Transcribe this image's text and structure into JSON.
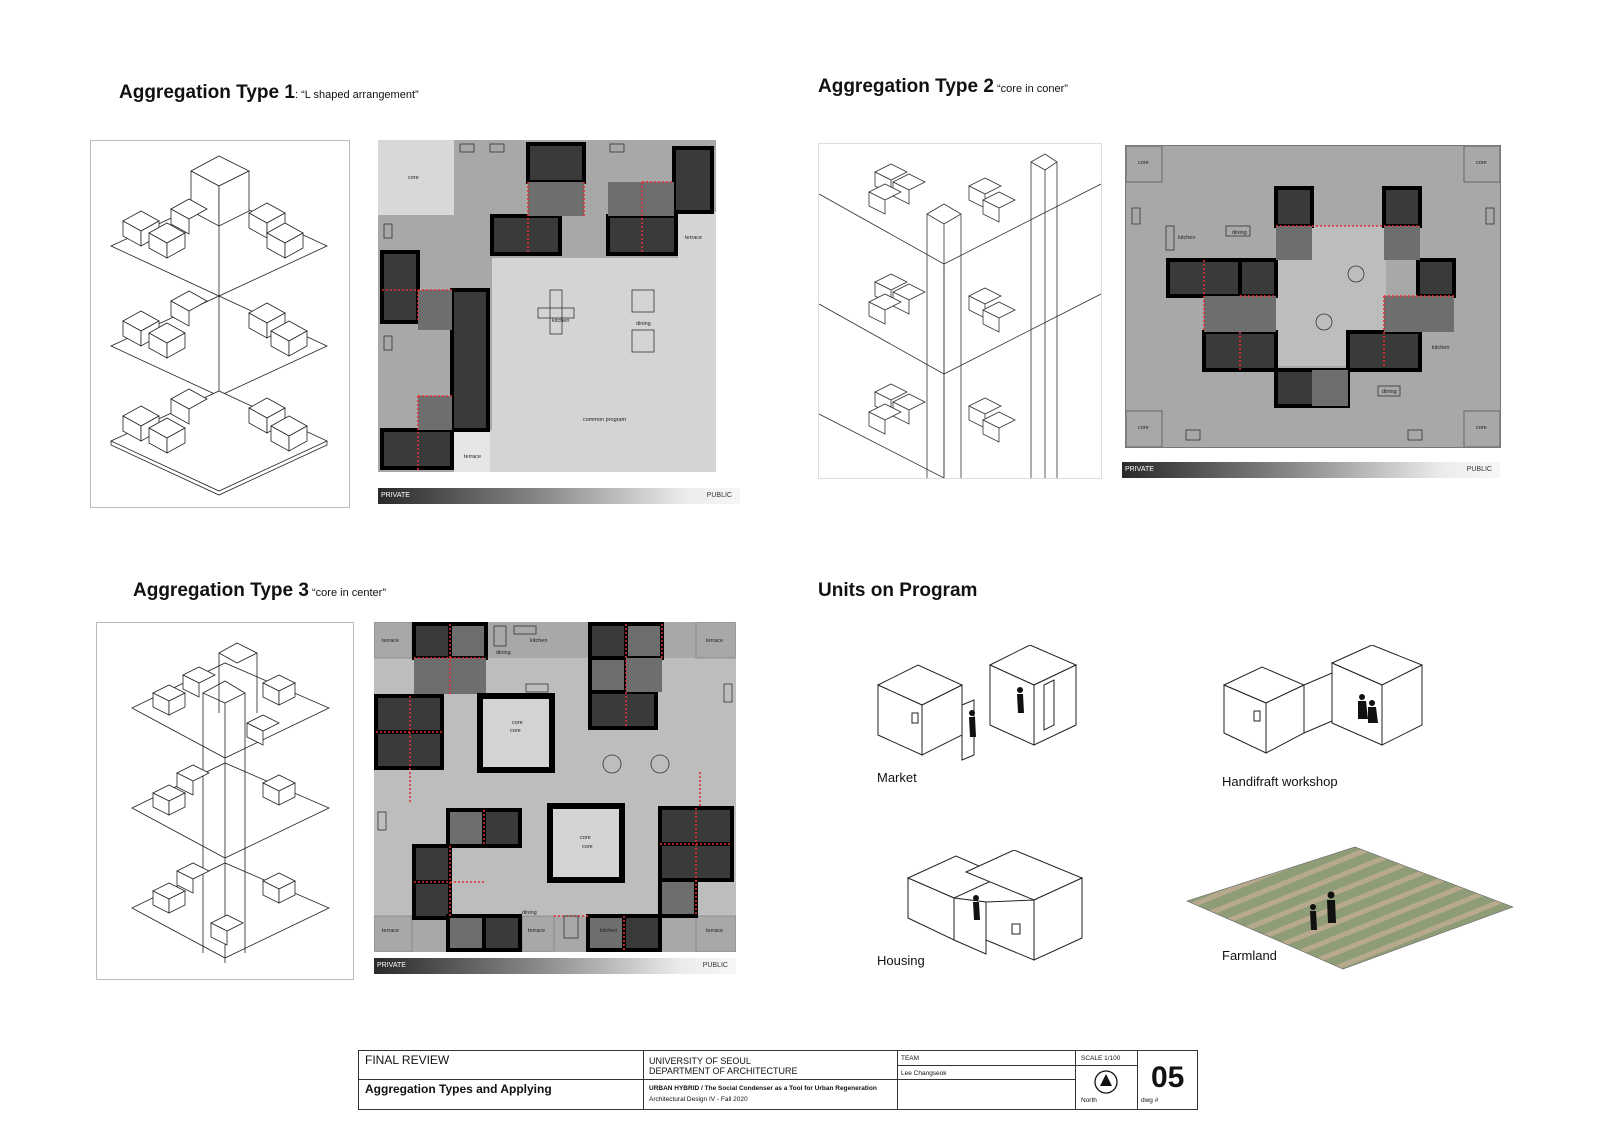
{
  "type1": {
    "title": "Aggregation Type 1",
    "subtitle": ": “L shaped arrangement”",
    "labels": {
      "core": "core",
      "terrace_top": "terrace",
      "terrace_bottom": "terrace",
      "kitchen": "kitchen",
      "dining": "dining",
      "common": "common program"
    },
    "gradient": {
      "left": "PRIVATE",
      "right": "PUBLIC"
    }
  },
  "type2": {
    "title": "Aggregation Type 2",
    "subtitle": " “core in coner”",
    "labels": {
      "core_tl": "core",
      "core_tr": "core",
      "core_bl": "core",
      "core_br": "core",
      "kitchen_l": "kitchen",
      "kitchen_r": "kitchen",
      "dining_t": "dining",
      "dining_b": "dining"
    },
    "gradient": {
      "left": "PRIVATE",
      "right": "PUBLIC"
    }
  },
  "type3": {
    "title": "Aggregation Type 3",
    "subtitle": " “core in center”",
    "labels": {
      "core_upper_small": "core",
      "core_upper": "core",
      "core_lower": "core",
      "core_lower_small": "core",
      "terrace_tl": "terrace",
      "terrace_tr": "terrace",
      "terrace_bl": "terrace",
      "terrace_br": "terrace",
      "terrace_bm": "terrace",
      "kitchen_t": "kitchen",
      "kitchen_b": "kitchen",
      "dining_t": "dining",
      "dining_b": "dining"
    },
    "gradient": {
      "left": "PRIVATE",
      "right": "PUBLIC"
    }
  },
  "units": {
    "title": "Units on Program",
    "items": [
      "Market",
      "Handifraft workshop",
      "Housing",
      "Farmland"
    ]
  },
  "title_block": {
    "review": "FINAL REVIEW",
    "sheet_title": "Aggregation Types and Applying",
    "university": "UNIVERSITY OF SEOUL",
    "department": "DEPARTMENT OF ARCHITECTURE",
    "project_name": "URBAN HYBRID /",
    "project_desc": "The Social Condenser as a Tool for Urban Regeneration",
    "course": "Architectural Design IV - Fall 2020",
    "team_label": "TEAM",
    "team_member": "Lee Changseok",
    "scale": "SCALE 1/100",
    "north": "North",
    "dwg_number": "05",
    "dwg_label": "dwg #"
  },
  "colors": {
    "plan_bg": "#a8a8a8",
    "common_area": "#d2d2d2",
    "private_unit": "#3a3a3a",
    "semi_private_unit": "#6e6e6e",
    "divider": "#e03030",
    "farmland": "#8f9c78"
  }
}
